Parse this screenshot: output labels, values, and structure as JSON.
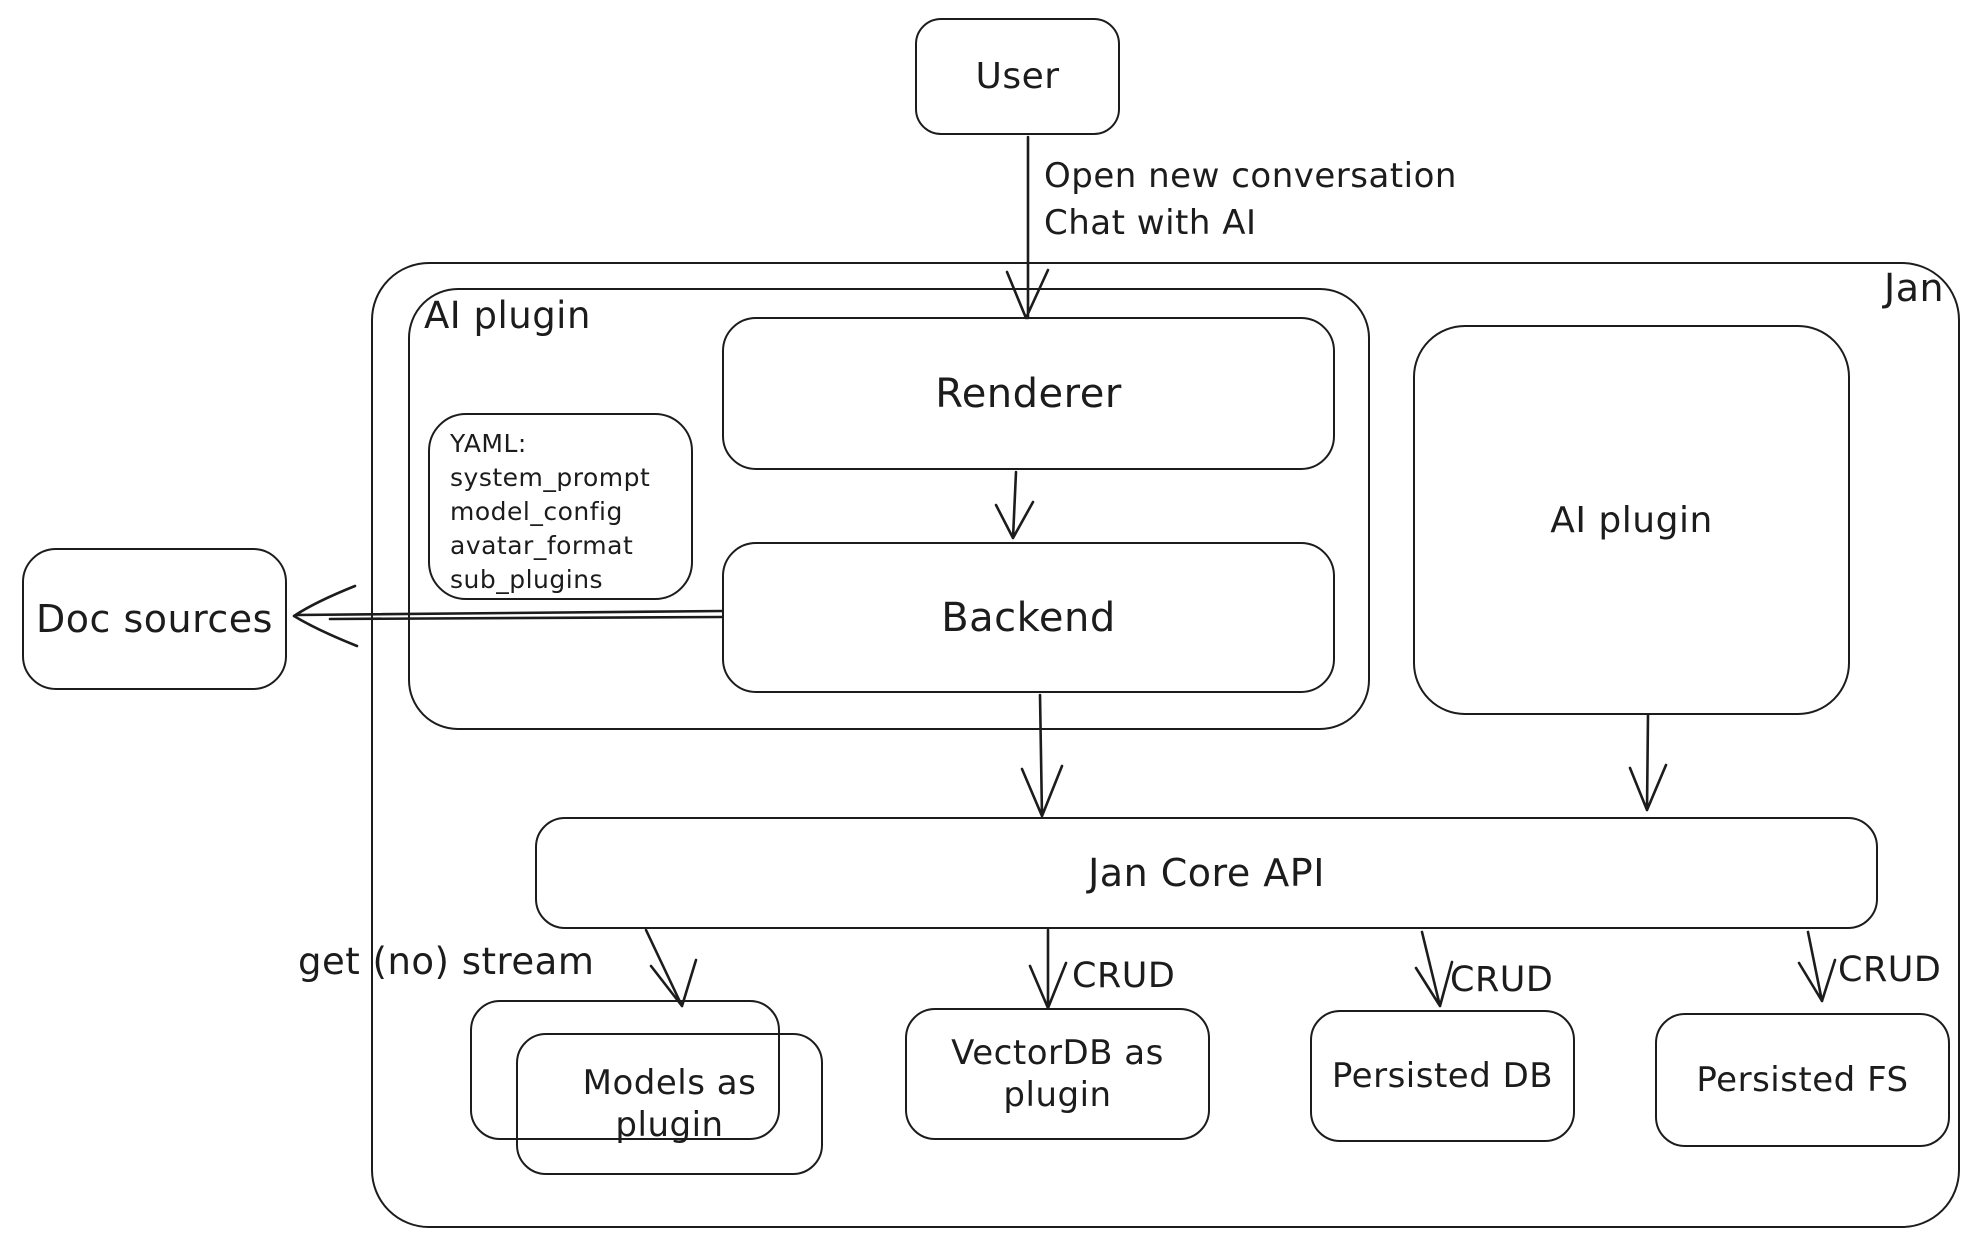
{
  "colors": {
    "ink": "#1c1c1c",
    "background": "#ffffff"
  },
  "nodes": {
    "user": "User",
    "jan_container": "Jan",
    "ai_plugin_group": "AI plugin",
    "renderer": "Renderer",
    "backend": "Backend",
    "yaml_note": [
      "YAML:",
      "system_prompt",
      "model_config",
      "avatar_format",
      "sub_plugins"
    ],
    "doc_sources": "Doc sources",
    "ai_plugin_right": "AI plugin",
    "jan_core_api": "Jan Core API",
    "models_as_plugin": "Models as plugin",
    "vectordb_as_plugin": "VectorDB as plugin",
    "persisted_db": "Persisted DB",
    "persisted_fs": "Persisted FS"
  },
  "edges": {
    "user_to_renderer_line1": "Open new conversation",
    "user_to_renderer_line2": "Chat with AI",
    "api_to_models": "get (no) stream",
    "api_to_vectordb": "CRUD",
    "api_to_persisted_db": "CRUD",
    "api_to_persisted_fs": "CRUD"
  }
}
